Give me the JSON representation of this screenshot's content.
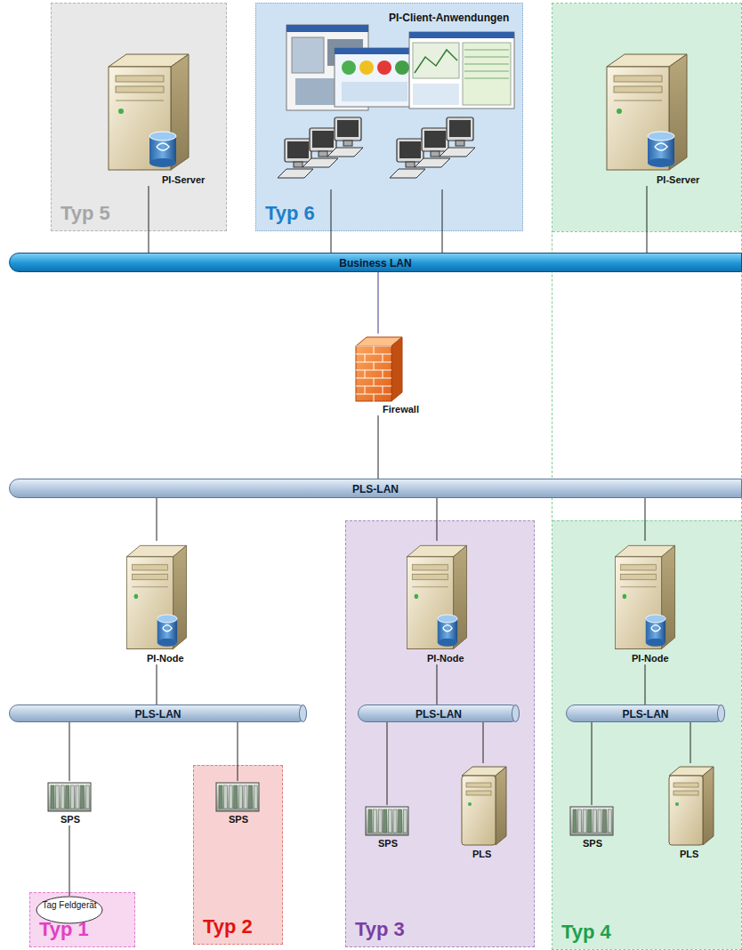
{
  "diagram": {
    "nodes": [
      {
        "text": [
          "Typ 5"
        ]
      },
      {
        "text": [
          "PI-Server"
        ],
        "in": 0
      },
      {
        "text": [
          "PI-Client-Anwendungen",
          "Typ 6"
        ]
      },
      {
        "text": [
          "Typ 4"
        ]
      },
      {
        "text": [
          "PI-Server"
        ],
        "in": 3
      },
      {
        "text": [
          "Business LAN"
        ]
      },
      {
        "text": [
          "Firewall"
        ]
      },
      {
        "text": [
          "PLS-LAN"
        ]
      },
      {
        "text": [
          "PI-Node"
        ]
      },
      {
        "text": [
          "Typ 3"
        ]
      },
      {
        "text": [
          "PI-Node"
        ],
        "in": 9
      },
      {
        "text": [
          "PI-Node"
        ],
        "in": 3
      },
      {
        "text": [
          "PLS-LAN"
        ]
      },
      {
        "text": [
          "PLS-LAN"
        ],
        "in": 9
      },
      {
        "text": [
          "PLS-LAN"
        ],
        "in": 3
      },
      {
        "text": [
          "SPS"
        ]
      },
      {
        "text": [
          "Typ 2"
        ]
      },
      {
        "text": [
          "SPS"
        ],
        "in": 16
      },
      {
        "text": [
          "SPS"
        ],
        "in": 9
      },
      {
        "text": [
          "PLS"
        ],
        "in": 9
      },
      {
        "text": [
          "SPS"
        ],
        "in": 3
      },
      {
        "text": [
          "PLS"
        ],
        "in": 3
      },
      {
        "text": [
          "Typ 1"
        ]
      },
      {
        "text": [
          "Tag Feldgerät"
        ],
        "in": 22
      }
    ],
    "edges": [
      {
        "from": 1,
        "to": 5,
        "arrow": "none"
      },
      {
        "from": 4,
        "to": 5,
        "arrow": "none"
      },
      {
        "from": 5,
        "to": 6,
        "arrow": "none"
      },
      {
        "from": 6,
        "to": 7,
        "arrow": "none"
      },
      {
        "from": 7,
        "to": 8,
        "arrow": "none"
      },
      {
        "from": 7,
        "to": 10,
        "arrow": "none"
      },
      {
        "from": 7,
        "to": 11,
        "arrow": "none"
      },
      {
        "from": 8,
        "to": 12,
        "arrow": "none"
      },
      {
        "from": 10,
        "to": 13,
        "arrow": "none"
      },
      {
        "from": 11,
        "to": 14,
        "arrow": "none"
      },
      {
        "from": 12,
        "to": 15,
        "arrow": "none"
      },
      {
        "from": 12,
        "to": 17,
        "arrow": "none"
      },
      {
        "from": 13,
        "to": 18,
        "arrow": "none"
      },
      {
        "from": 13,
        "to": 19,
        "arrow": "none"
      },
      {
        "from": 14,
        "to": 20,
        "arrow": "none"
      },
      {
        "from": 14,
        "to": 21,
        "arrow": "none"
      },
      {
        "from": 15,
        "to": 23,
        "arrow": "none"
      }
    ]
  }
}
